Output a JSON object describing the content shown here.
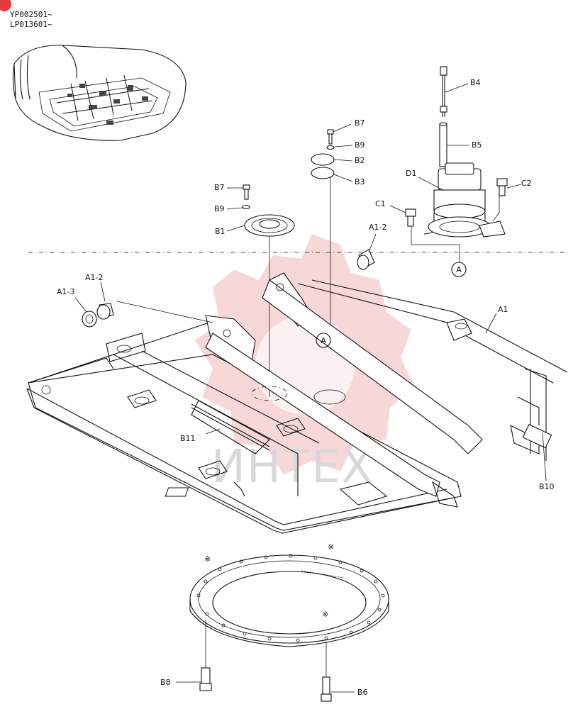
{
  "serials": [
    "YP002501~",
    "LP013601~"
  ],
  "watermark": {
    "text": "ИНТЕХ",
    "color": "#e9a0a0"
  },
  "corner_badge_color": "#e53a3a",
  "callouts": {
    "B4": "B4",
    "B5": "B5",
    "D1": "D1",
    "C2": "C2",
    "C1": "C1",
    "B7_top": "B7",
    "B9_top": "B9",
    "B2": "B2",
    "B3": "B3",
    "B7_left": "B7",
    "B9_left": "B9",
    "B1": "B1",
    "A1_2_right": "A1-2",
    "A1_2_left": "A1-2",
    "A1_3": "A1-3",
    "A1": "A1",
    "B11": "B11",
    "B10": "B10",
    "B8": "B8",
    "B6": "B6"
  },
  "circled_refs": {
    "ref_a_motor": "A",
    "ref_a_frame": "A"
  },
  "asterisks": [
    "※",
    "※",
    "※"
  ]
}
